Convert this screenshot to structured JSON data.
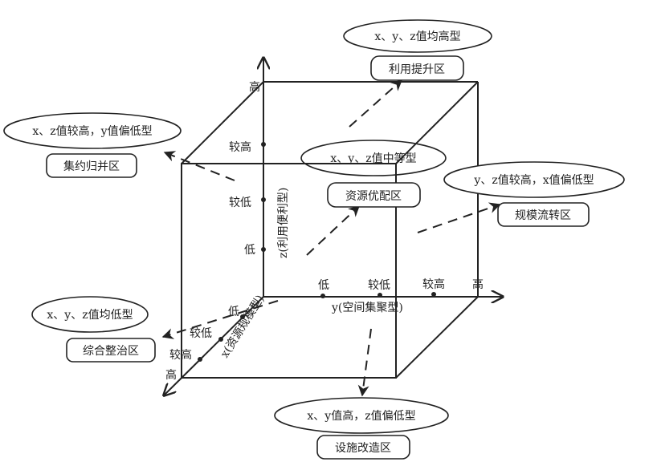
{
  "axes": {
    "z_label": "z(利用便利型)",
    "y_label": "y(空间集聚型)",
    "x_label": "x(资源规模型)",
    "z_ticks": [
      "低",
      "较低",
      "较高",
      "高"
    ],
    "y_ticks": [
      "低",
      "较低",
      "较高",
      "高"
    ],
    "x_ticks": [
      "低",
      "较低",
      "较高",
      "高"
    ]
  },
  "zones": [
    {
      "type": "x、y、z值均高型",
      "zone": "利用提升区"
    },
    {
      "type": "x、z值较高，y值偏低型",
      "zone": "集约归并区"
    },
    {
      "type": "x、y、z值中等型",
      "zone": "资源优配区"
    },
    {
      "type": "y、z值较高，x值偏低型",
      "zone": "规模流转区"
    },
    {
      "type": "x、y、z值均低型",
      "zone": "综合整治区"
    },
    {
      "type": "x、y值高，z值偏低型",
      "zone": "设施改造区"
    }
  ]
}
